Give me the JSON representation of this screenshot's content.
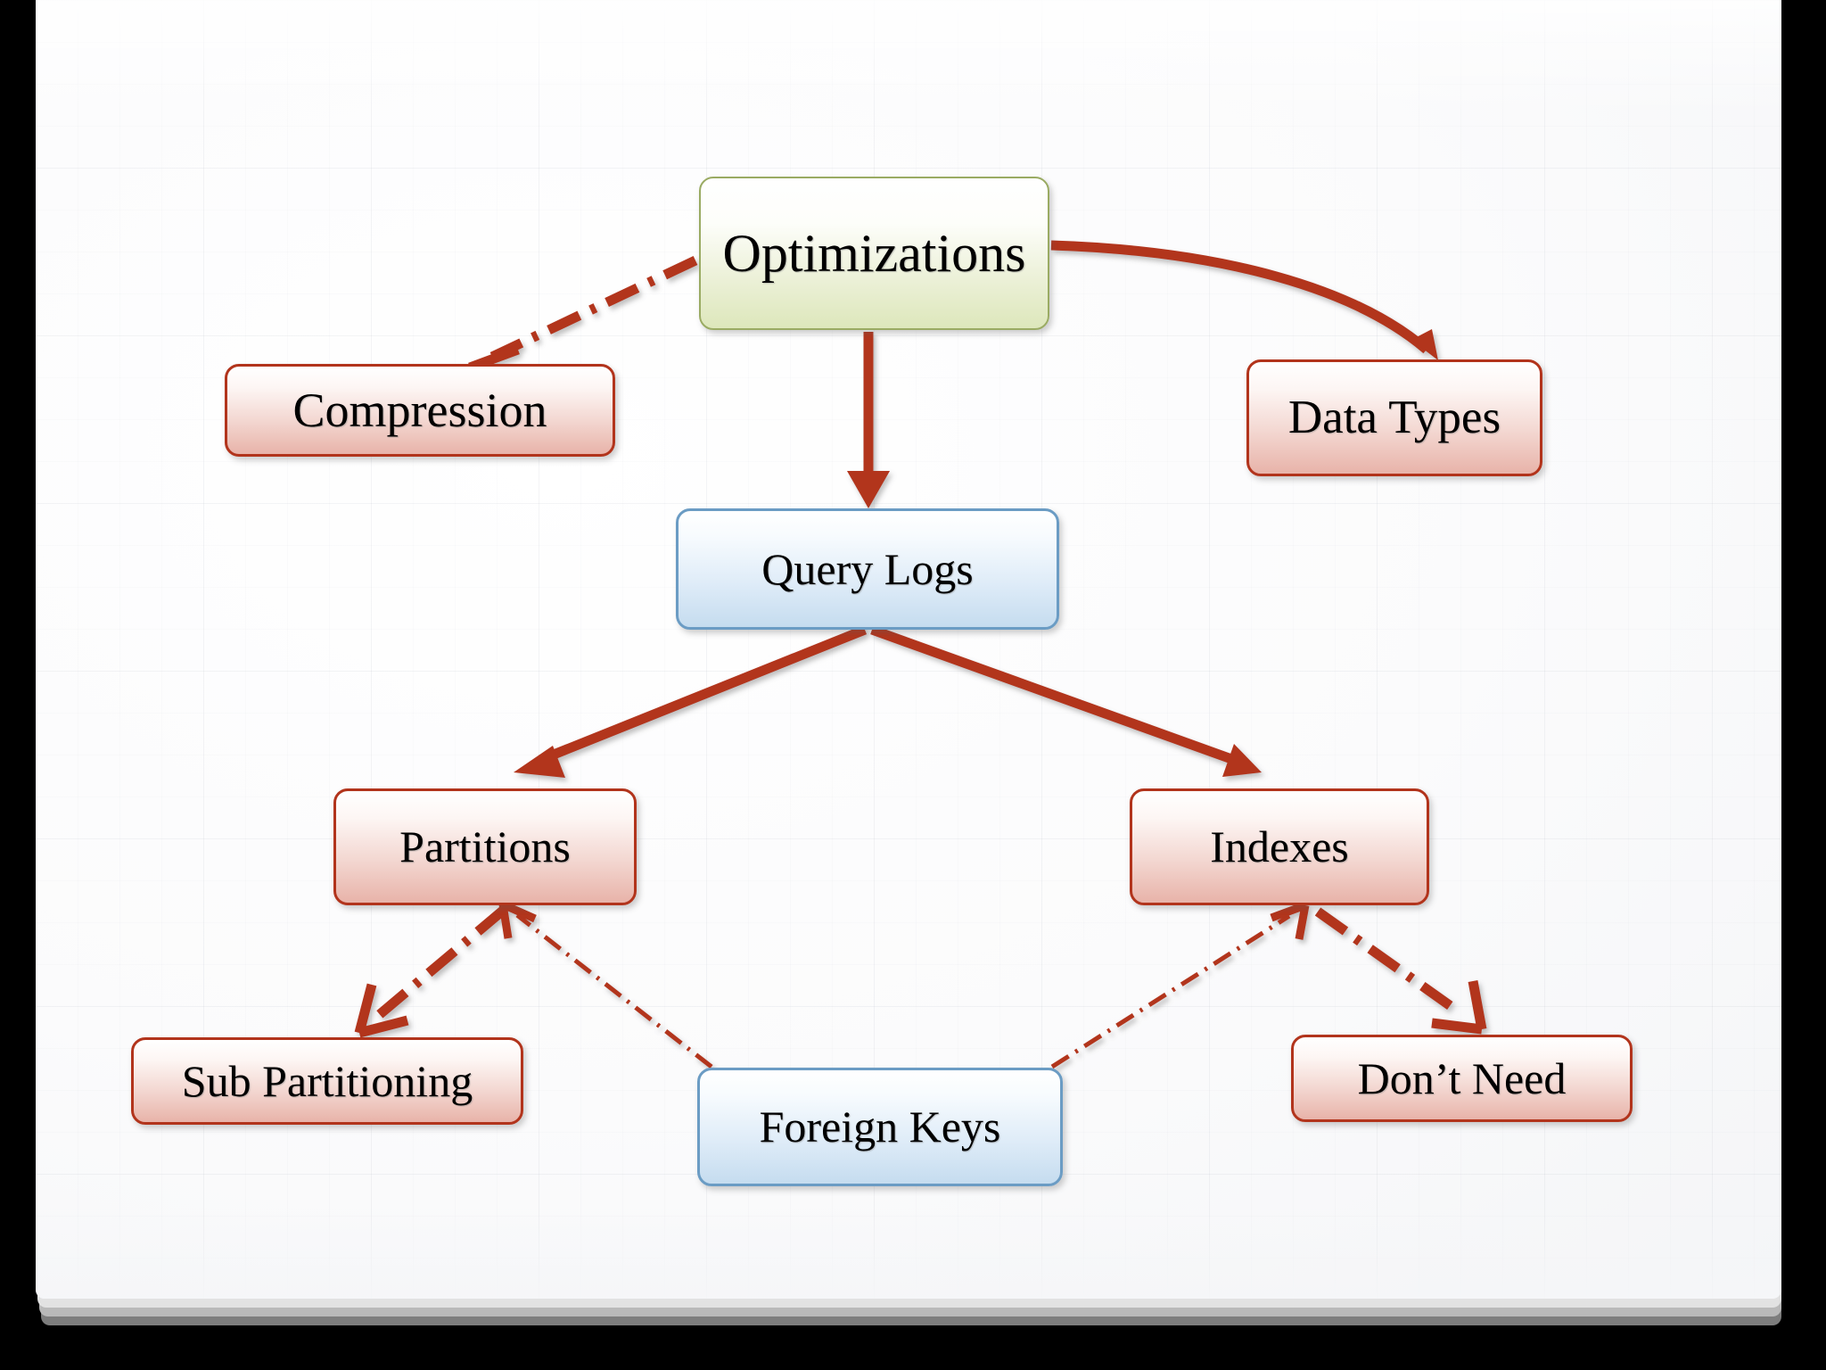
{
  "diagram": {
    "title": "Optimizations mind map",
    "type": "mind-map",
    "accent_colors": {
      "connector": "#b2341c",
      "root_node_border": "#9aab63",
      "red_node_border": "#b2341c",
      "blue_node_border": "#6b9cc4",
      "background": "#ffffff",
      "frame": "#000000"
    },
    "nodes": [
      {
        "id": "optimizations",
        "label": "Optimizations",
        "style": "green"
      },
      {
        "id": "compression",
        "label": "Compression",
        "style": "red"
      },
      {
        "id": "data_types",
        "label": "Data Types",
        "style": "red"
      },
      {
        "id": "query_logs",
        "label": "Query Logs",
        "style": "blue"
      },
      {
        "id": "partitions",
        "label": "Partitions",
        "style": "red"
      },
      {
        "id": "indexes",
        "label": "Indexes",
        "style": "red"
      },
      {
        "id": "sub_partitioning",
        "label": "Sub Partitioning",
        "style": "red"
      },
      {
        "id": "foreign_keys",
        "label": "Foreign Keys",
        "style": "blue"
      },
      {
        "id": "dont_need",
        "label": "Don’t Need",
        "style": "red"
      }
    ],
    "edges": [
      {
        "from": "optimizations",
        "to": "compression",
        "line": "dash-dot",
        "weight": "thick",
        "arrow": "end"
      },
      {
        "from": "optimizations",
        "to": "data_types",
        "line": "solid-curved",
        "weight": "thick",
        "arrow": "end"
      },
      {
        "from": "optimizations",
        "to": "query_logs",
        "line": "solid",
        "weight": "thick",
        "arrow": "end"
      },
      {
        "from": "query_logs",
        "to": "partitions",
        "line": "solid",
        "weight": "thick",
        "arrow": "end"
      },
      {
        "from": "query_logs",
        "to": "indexes",
        "line": "solid",
        "weight": "thick",
        "arrow": "end"
      },
      {
        "from": "partitions",
        "to": "sub_partitioning",
        "line": "dash-dot",
        "weight": "thick",
        "arrow": "end"
      },
      {
        "from": "foreign_keys",
        "to": "partitions",
        "line": "dash-dot",
        "weight": "thin",
        "arrow": "end"
      },
      {
        "from": "foreign_keys",
        "to": "indexes",
        "line": "dash-dot",
        "weight": "thin",
        "arrow": "end"
      },
      {
        "from": "indexes",
        "to": "dont_need",
        "line": "dash-dot",
        "weight": "thick",
        "arrow": "end"
      }
    ]
  }
}
